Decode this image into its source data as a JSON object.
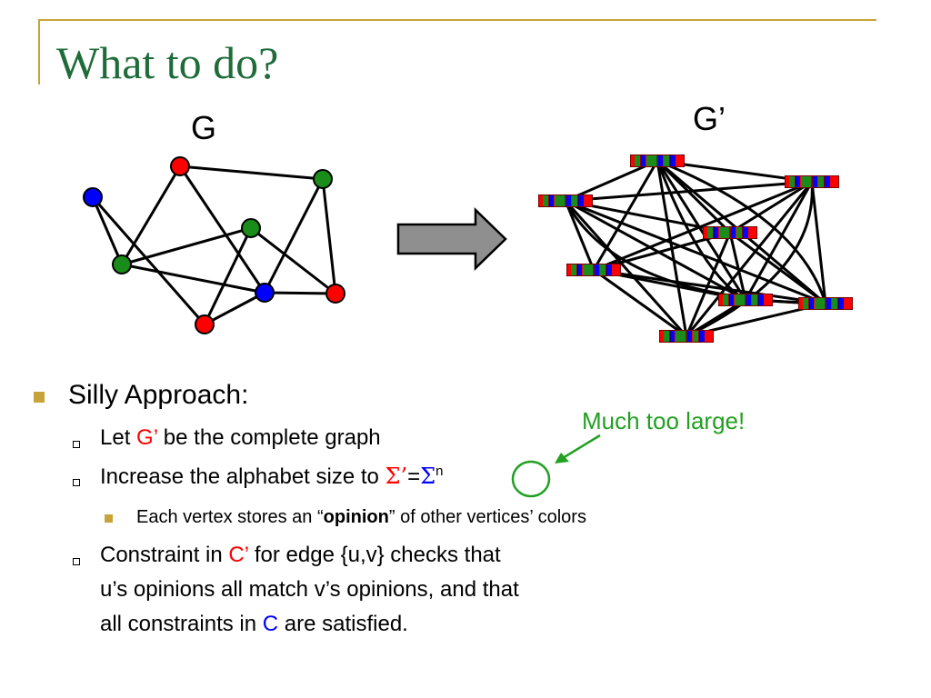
{
  "slide": {
    "title": "What to do?",
    "left_graph_label": "G",
    "right_graph_label": "G’",
    "colors": {
      "accent": "#c8a33a",
      "title": "#1f6b3a",
      "red": "#ff0000",
      "green": "#1a8c1a",
      "blue": "#0000ff",
      "note": "#22a022"
    }
  },
  "bullets": {
    "b1": "Silly Approach:",
    "b2": {
      "pre": "Let ",
      "g": "G’",
      "post": " be the complete graph"
    },
    "b3": {
      "pre": "Increase the alphabet size to ",
      "sigma1": "Σ’",
      "eq": "=",
      "sigma2": "Σ",
      "sup": "n"
    },
    "b4": {
      "pre": "Each vertex stores an “",
      "bold": "opinion",
      "post": "” of other vertices’ colors"
    },
    "b5": {
      "line1_pre": "Constraint in ",
      "c1": "C’",
      "line1_post": " for edge {u,v} checks that",
      "line2": "u’s opinions all match v’s opinions, and that",
      "line3_pre": "all constraints in ",
      "c2": "C",
      "line3_post": " are satisfied."
    }
  },
  "annotation": "Much too large!"
}
